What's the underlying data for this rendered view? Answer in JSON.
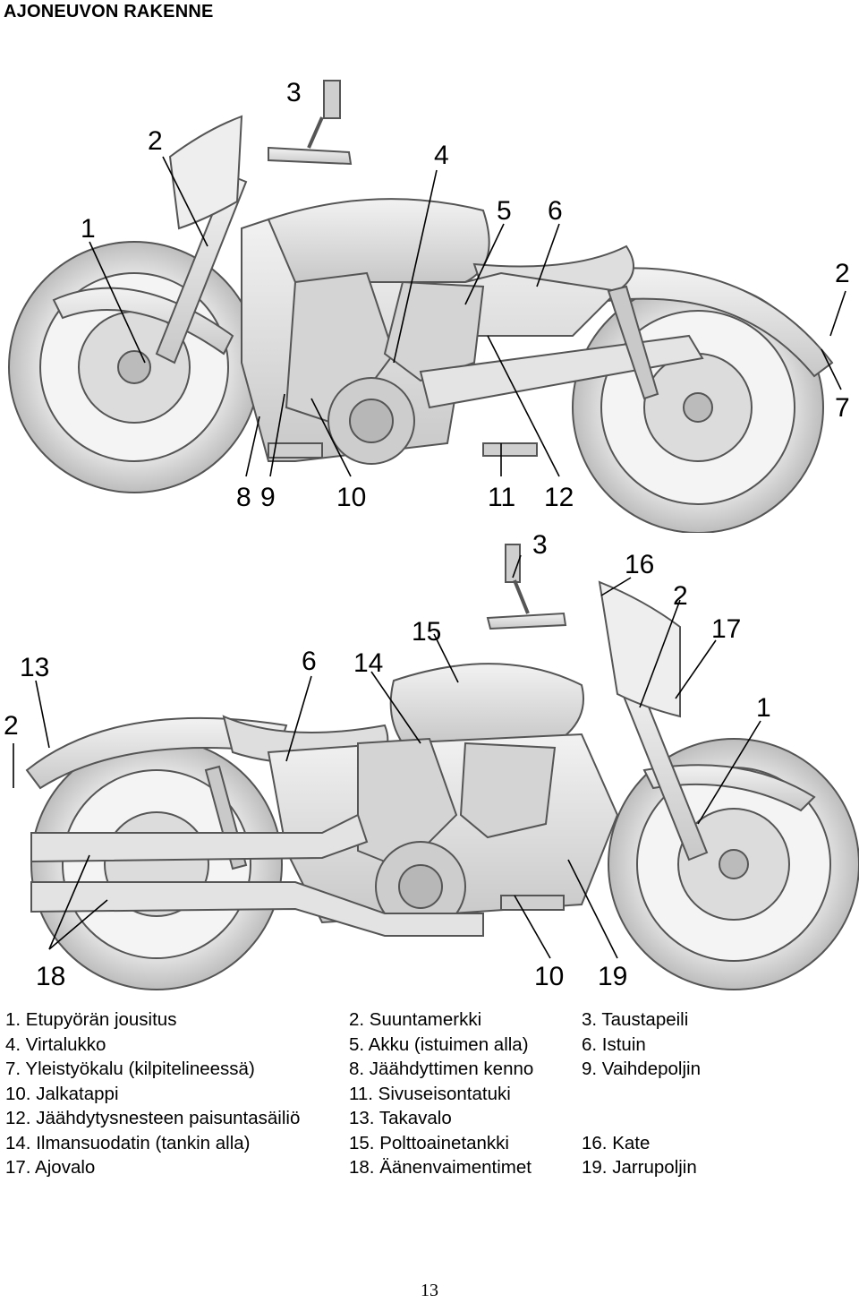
{
  "document": {
    "title": "AJONEUVON RAKENNE",
    "page_number": "13"
  },
  "figures": {
    "top": {
      "callouts": [
        "1",
        "2",
        "3",
        "4",
        "5",
        "6",
        "2",
        "7",
        "8",
        "9",
        "10",
        "11",
        "12"
      ]
    },
    "bottom": {
      "callouts": [
        "3",
        "16",
        "2",
        "17",
        "15",
        "14",
        "6",
        "13",
        "2",
        "1",
        "18",
        "10",
        "19"
      ]
    }
  },
  "legend": {
    "rows": [
      [
        "1. Etupyörän jousitus",
        "2. Suuntamerkki",
        "3. Taustapeili"
      ],
      [
        "4. Virtalukko",
        "5. Akku (istuimen alla)",
        "6. Istuin"
      ],
      [
        "7. Yleistyökalu (kilpitelineessä)",
        "8. Jäähdyttimen kenno",
        "9. Vaihdepoljin"
      ],
      [
        "10. Jalkatappi",
        "11. Sivuseisontatuki",
        ""
      ],
      [
        "12. Jäähdytysnesteen paisuntasäiliö",
        "13. Takavalo",
        ""
      ],
      [
        "14. Ilmansuodatin (tankin alla)",
        "15. Polttoainetankki",
        "16. Kate"
      ],
      [
        "17. Ajovalo",
        "18. Äänenvaimentimet",
        "19. Jarrupoljin"
      ]
    ]
  }
}
